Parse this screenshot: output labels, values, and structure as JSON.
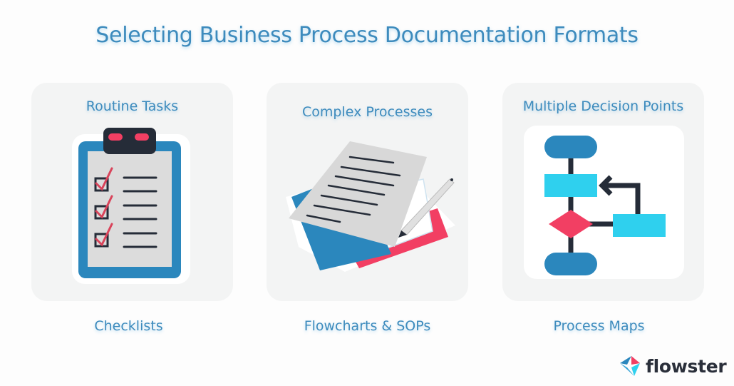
{
  "title": "Selecting Business Process Documentation Formats",
  "cards": [
    {
      "heading": "Routine Tasks",
      "caption": "Checklists",
      "icon": "clipboard-checklist-icon"
    },
    {
      "heading": "Complex Processes",
      "caption": "Flowcharts & SOPs",
      "icon": "documents-pencil-icon"
    },
    {
      "heading": "Multiple Decision Points",
      "caption": "Process Maps",
      "icon": "flowchart-icon"
    }
  ],
  "logo": {
    "text": "flowster"
  },
  "colors": {
    "title": "#3d8bbd",
    "blue": "#2b87bd",
    "cyan": "#2fd0ee",
    "red": "#f23f63",
    "dark": "#252c38",
    "paper": "#dcdcdc",
    "card": "#f3f4f4"
  }
}
